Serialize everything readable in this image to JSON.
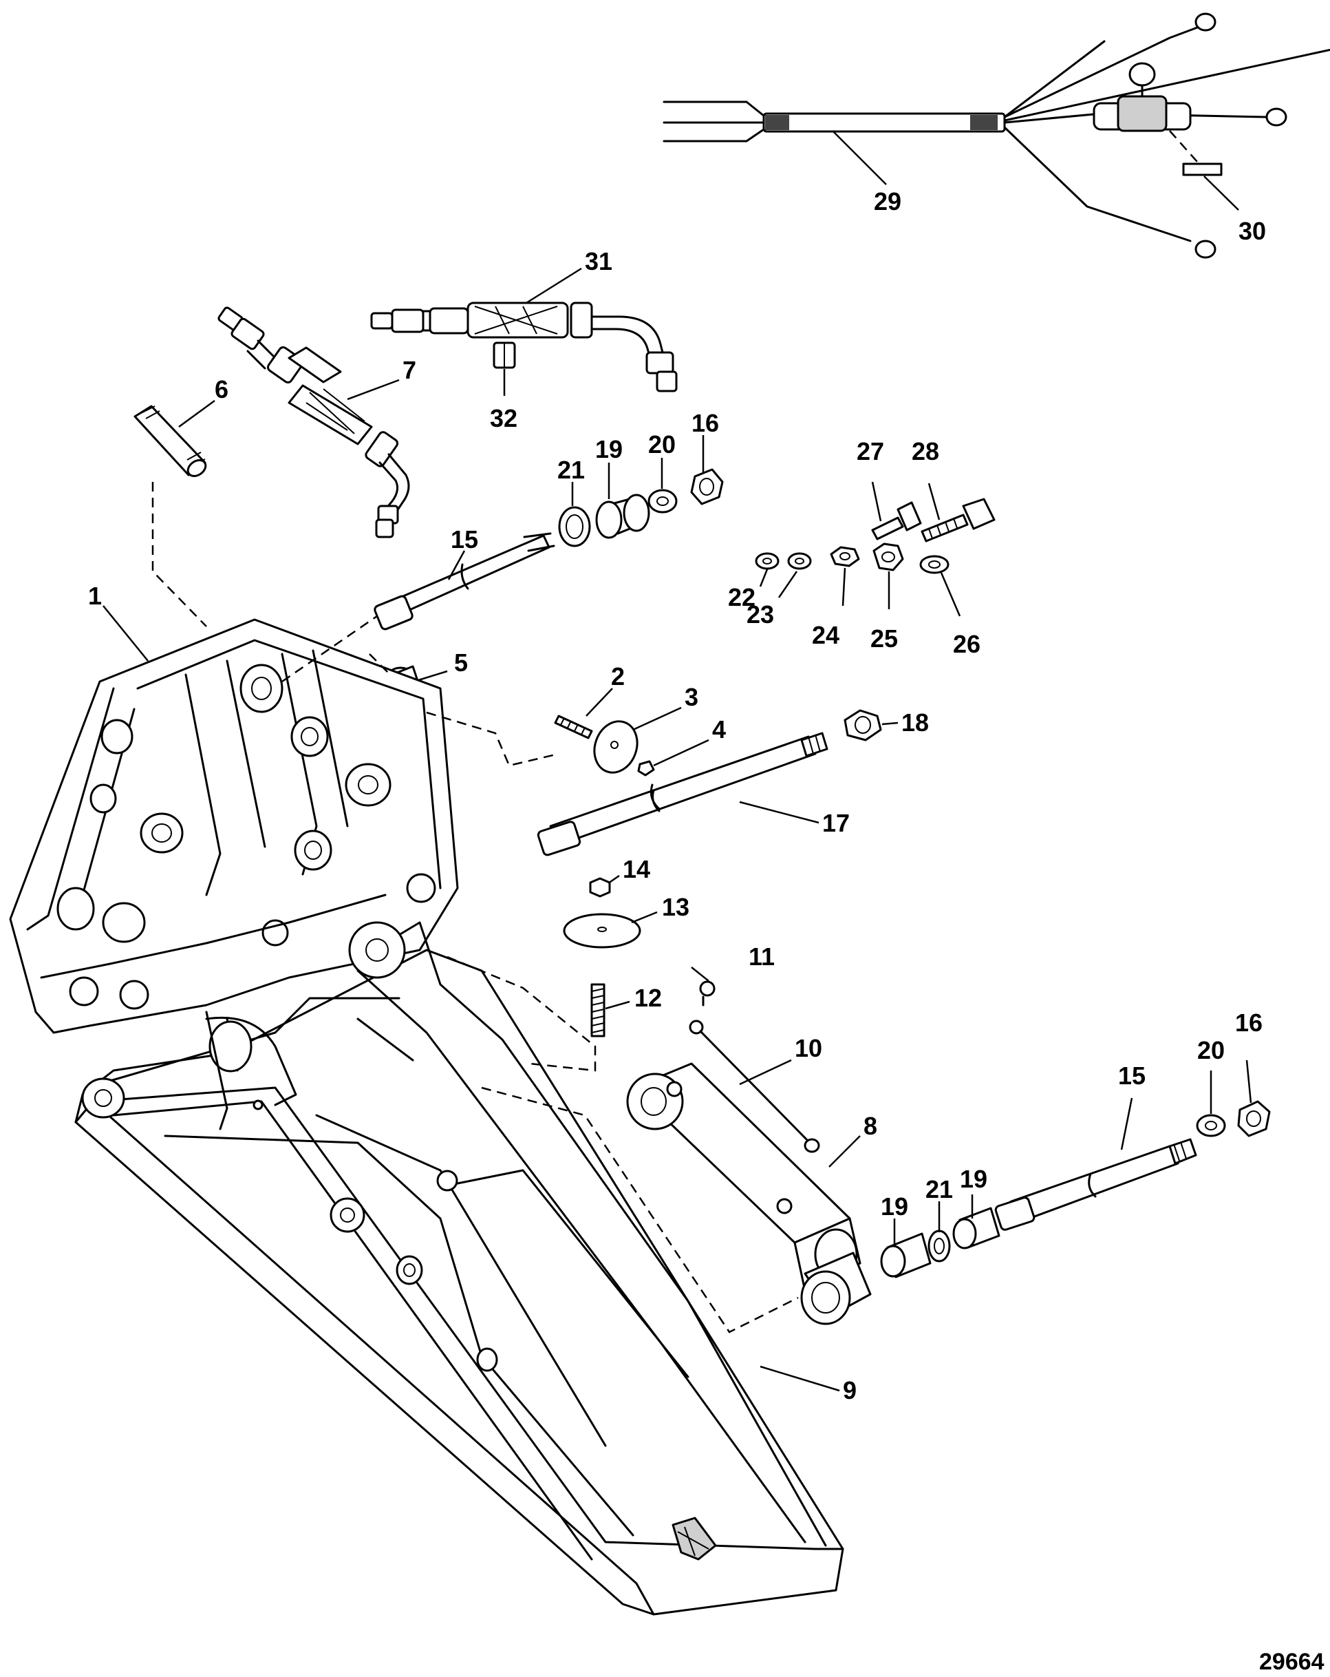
{
  "figure_number": "29664",
  "callouts": [
    "1",
    "2",
    "3",
    "4",
    "5",
    "6",
    "7",
    "8",
    "9",
    "10",
    "11",
    "12",
    "13",
    "14",
    "15",
    "16",
    "17",
    "18",
    "19",
    "20",
    "21",
    "22",
    "23",
    "24",
    "25",
    "26",
    "27",
    "28",
    "29",
    "30",
    "31",
    "32"
  ],
  "repeat_callouts": {
    "label_15b": "15",
    "label_16b": "16",
    "label_19b": "19",
    "label_19c": "19",
    "label_20b": "20",
    "label_21b": "21"
  },
  "colors": {
    "line": "#000000",
    "background": "#ffffff",
    "shade": "#cfcfcf"
  }
}
